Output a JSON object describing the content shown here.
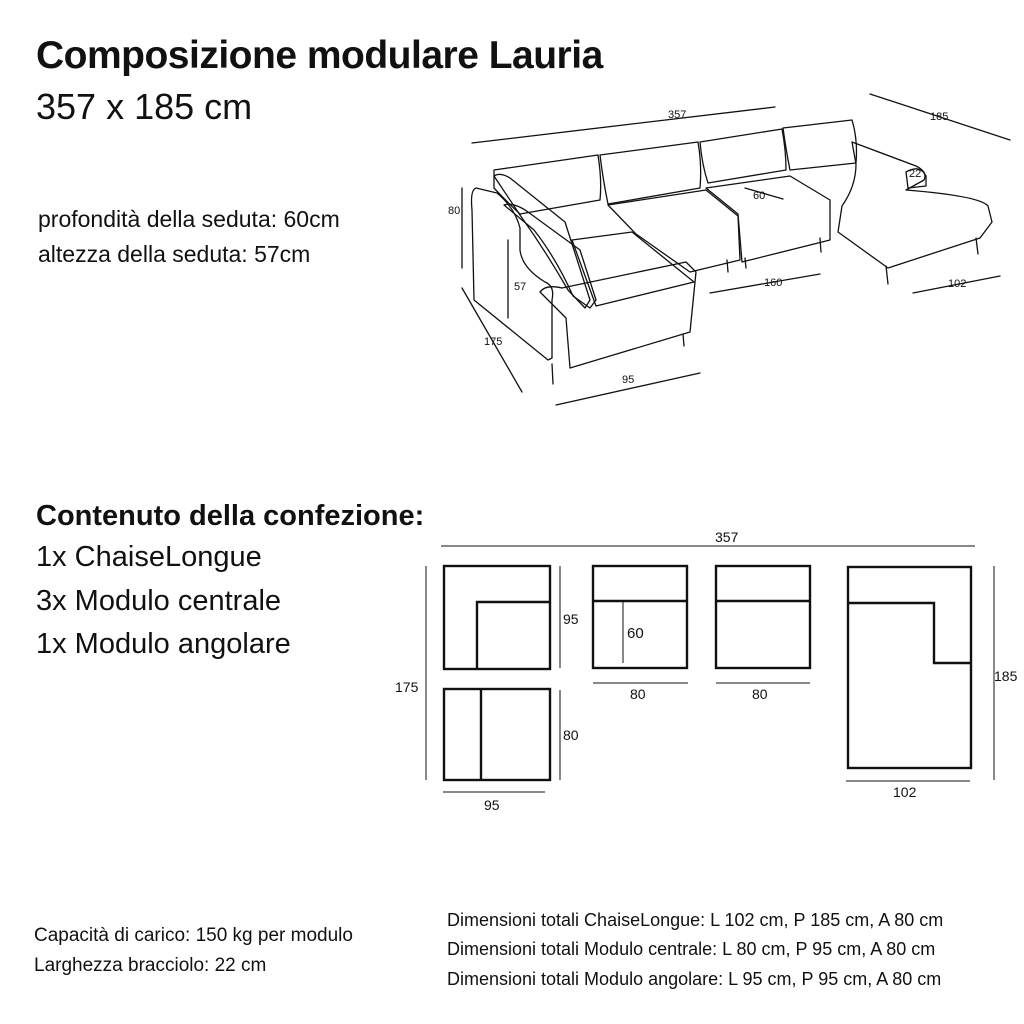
{
  "header": {
    "title": "Composizione modulare Lauria",
    "dimensions": "357 x 185 cm"
  },
  "specs": {
    "seat_depth": "profondità della seduta: 60cm",
    "seat_height": "altezza della seduta: 57cm"
  },
  "perspective_labels": {
    "total_width": "357",
    "total_depth": "185",
    "height": "80",
    "seat_height": "57",
    "side_length": "175",
    "corner_width": "95",
    "middle_width": "160",
    "seat_depth": "60",
    "armrest": "22",
    "chaise_width": "102"
  },
  "package": {
    "heading": "Contenuto della confezione:",
    "items": [
      "1x ChaiseLongue",
      "3x Modulo centrale",
      "1x Modulo angolare"
    ]
  },
  "plan_labels": {
    "total": "357",
    "left_depth": "175",
    "corner_module": "95",
    "small_module": "80",
    "seat_depth": "60",
    "center_width_1": "80",
    "center_width_2": "80",
    "bottom_width": "95",
    "chaise_depth": "185",
    "chaise_width": "102"
  },
  "footer": {
    "load_capacity": "Capacità di carico: 150 kg per modulo",
    "armrest_width": "Larghezza bracciolo: 22 cm",
    "dims_chaise": "Dimensioni totali ChaiseLongue: L 102 cm, P 185 cm, A 80 cm",
    "dims_center": "Dimensioni totali Modulo centrale: L 80 cm, P 95 cm, A 80 cm",
    "dims_corner": "Dimensioni totali Modulo angolare: L 95 cm, P 95 cm, A 80 cm"
  }
}
